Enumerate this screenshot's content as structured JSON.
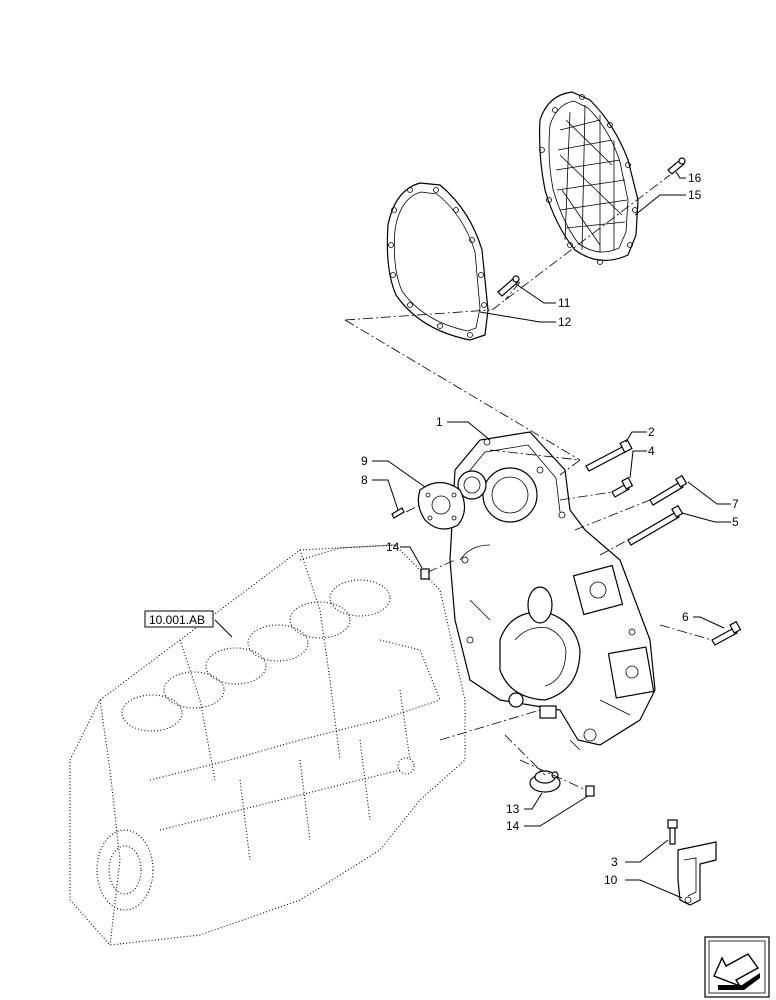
{
  "reference_label": "10.001.AB",
  "callouts": {
    "c1": "1",
    "c2": "2",
    "c3": "3",
    "c4": "4",
    "c5": "5",
    "c6": "6",
    "c7": "7",
    "c8": "8",
    "c9": "9",
    "c10": "10",
    "c11": "11",
    "c12": "12",
    "c13": "13",
    "c14a": "14",
    "c14b": "14",
    "c15": "15",
    "c16": "16"
  },
  "nav": {
    "icon": "back-arrow-icon"
  }
}
